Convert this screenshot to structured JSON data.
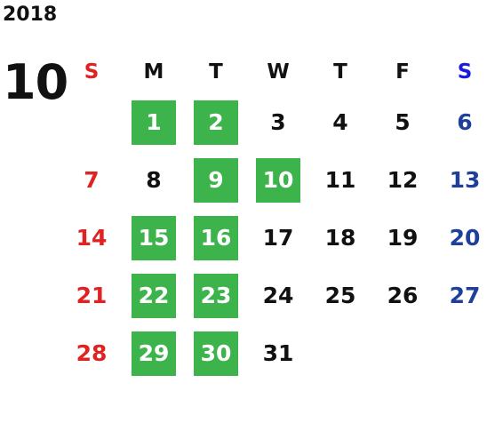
{
  "year": "2018",
  "month": "10",
  "weekdays": [
    "S",
    "M",
    "T",
    "W",
    "T",
    "F",
    "S"
  ],
  "weeks": [
    [
      "",
      "1",
      "2",
      "3",
      "4",
      "5",
      "6"
    ],
    [
      "7",
      "8",
      "9",
      "10",
      "11",
      "12",
      "13"
    ],
    [
      "14",
      "15",
      "16",
      "17",
      "18",
      "19",
      "20"
    ],
    [
      "21",
      "22",
      "23",
      "24",
      "25",
      "26",
      "27"
    ],
    [
      "28",
      "29",
      "30",
      "31",
      "",
      "",
      ""
    ]
  ],
  "highlighted_days": [
    "1",
    "2",
    "9",
    "10",
    "15",
    "16",
    "22",
    "23",
    "29",
    "30"
  ],
  "colors": {
    "highlight": "#3cb44b",
    "sunday": "#e02222",
    "saturday": "#1e3f9a",
    "saturday_header": "#1a1ae0",
    "text": "#111111"
  }
}
